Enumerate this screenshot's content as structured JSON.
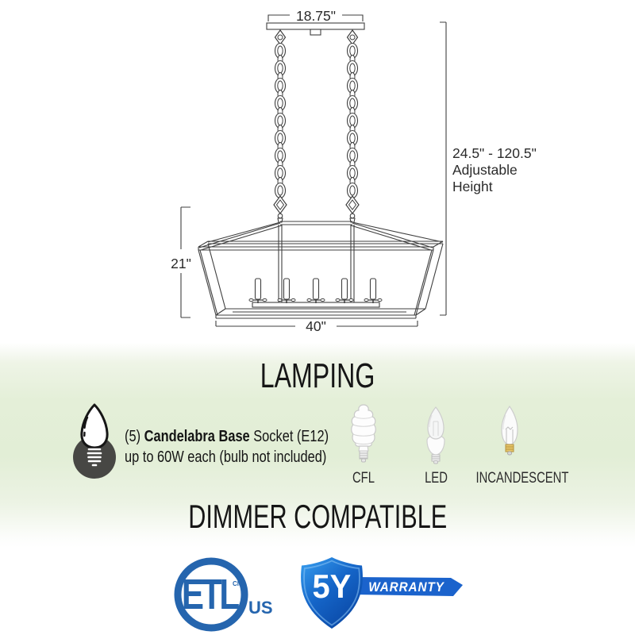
{
  "diagram": {
    "canopy_width": "18.75\"",
    "adjustable_height_line1": "24.5\" - 120.5\"",
    "adjustable_height_line2": "Adjustable",
    "adjustable_height_line3": "Height",
    "fixture_height": "21\"",
    "fixture_width": "40\""
  },
  "lamping": {
    "title": "LAMPING",
    "socket_prefix": "(5) ",
    "socket_bold": "Candelabra Base",
    "socket_suffix": " Socket (E12)",
    "socket_line2": "up to 60W each (bulb not included)",
    "bulb_types": [
      {
        "label": "CFL"
      },
      {
        "label": "LED"
      },
      {
        "label": "INCANDESCENT"
      }
    ]
  },
  "dimmer": {
    "title": "DIMMER COMPATIBLE"
  },
  "certifications": {
    "etl": {
      "letters": "ETL",
      "cm": "CM",
      "region": "US"
    },
    "warranty": {
      "years": "5Y",
      "label": "WARRANTY"
    }
  },
  "icons": {
    "lamping_bulb": "candelabra-bulb-icon",
    "cfl": "cfl-bulb-icon",
    "led": "led-bulb-icon",
    "incandescent": "incandescent-bulb-icon",
    "etl_logo": "etl-certification-logo",
    "warranty_shield": "warranty-shield-icon"
  },
  "colors": {
    "line": "#3f3f3f",
    "etl_blue": "#2565ae",
    "shield_blue_light": "#38a0f0",
    "shield_blue_dark": "#0a47a4",
    "banner_blue": "#1b63cc",
    "band_green": "#e3eed7"
  }
}
